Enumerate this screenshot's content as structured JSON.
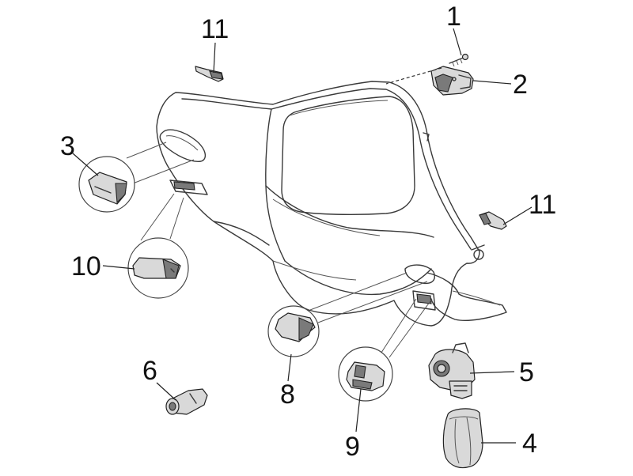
{
  "callouts": [
    {
      "id": "c1",
      "label": "1"
    },
    {
      "id": "c2",
      "label": "2"
    },
    {
      "id": "c3",
      "label": "3"
    },
    {
      "id": "c4",
      "label": "4"
    },
    {
      "id": "c5",
      "label": "5"
    },
    {
      "id": "c6",
      "label": "6"
    },
    {
      "id": "c8",
      "label": "8"
    },
    {
      "id": "c9",
      "label": "9"
    },
    {
      "id": "c10",
      "label": "10"
    },
    {
      "id": "c11a",
      "label": "11"
    },
    {
      "id": "c11b",
      "label": "11"
    }
  ]
}
